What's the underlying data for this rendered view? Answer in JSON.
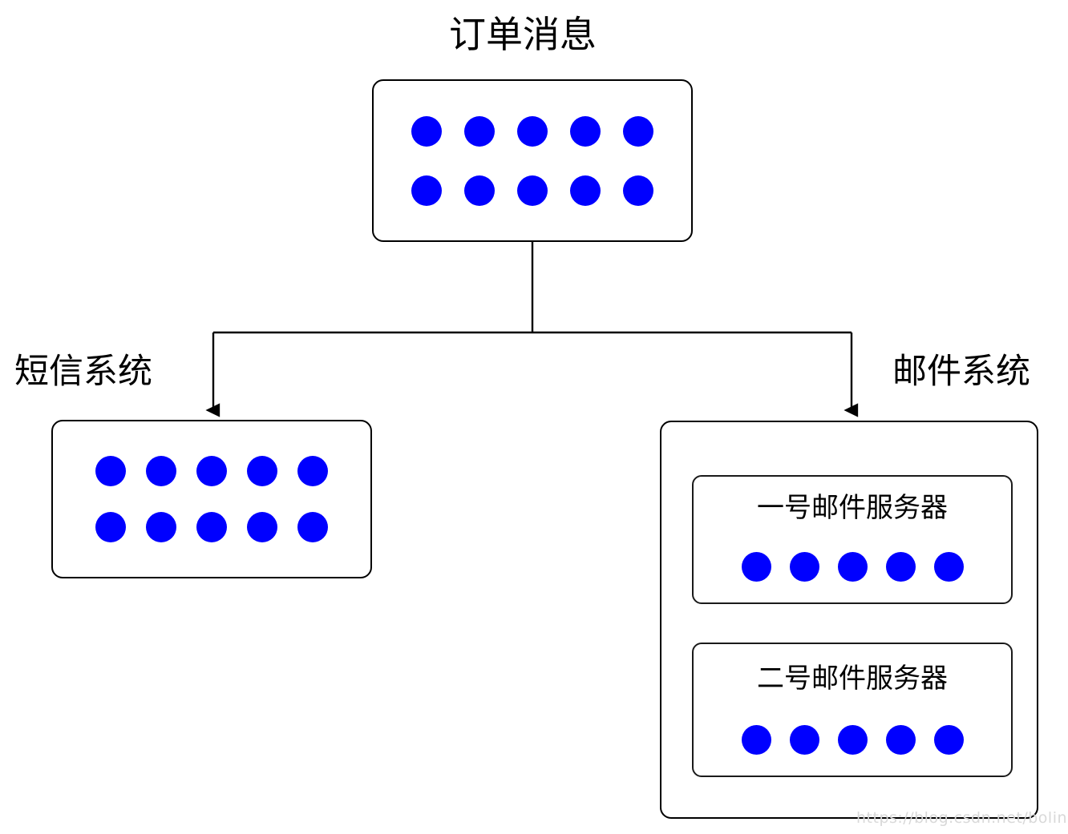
{
  "diagram": {
    "title": "订单消息",
    "dot_color": "#0000ff",
    "stroke_color": "#000000",
    "background": "#ffffff",
    "nodes": {
      "order_message": {
        "name": "订单消息",
        "dot_rows": 2,
        "dots_per_row": 5,
        "total_dots": 10
      },
      "sms_system": {
        "label": "短信系统",
        "dot_rows": 2,
        "dots_per_row": 5,
        "total_dots": 10
      },
      "email_system": {
        "label": "邮件系统",
        "servers": [
          {
            "title": "一号邮件服务器",
            "dot_rows": 1,
            "dots_per_row": 5,
            "total_dots": 5
          },
          {
            "title": "二号邮件服务器",
            "dot_rows": 1,
            "dots_per_row": 5,
            "total_dots": 5
          }
        ]
      }
    },
    "edges": [
      {
        "from": "order_message",
        "to": "sms_system",
        "arrow": true
      },
      {
        "from": "order_message",
        "to": "email_system",
        "arrow": true
      }
    ]
  },
  "watermark": {
    "text": "https://blog.csdn.net/boling_cavalry"
  }
}
